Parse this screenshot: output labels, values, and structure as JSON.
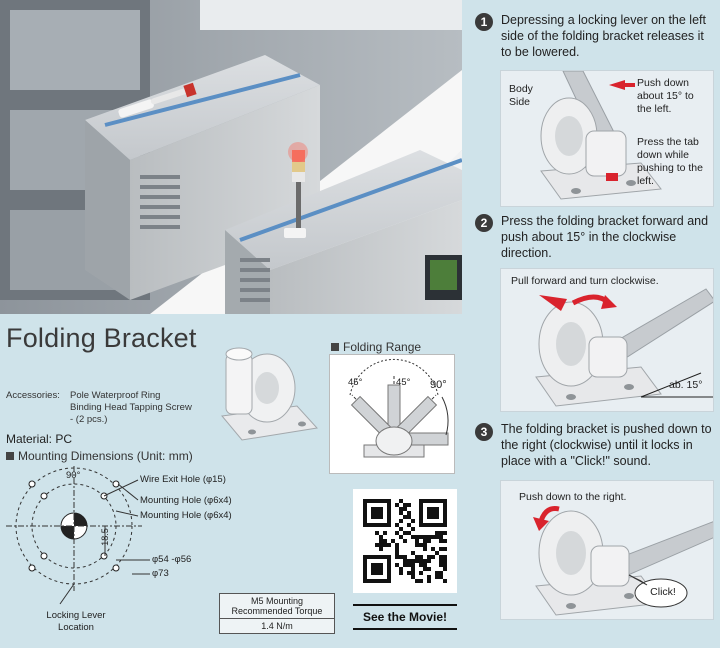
{
  "steps": [
    {
      "number": "1",
      "text": "Depressing a locking lever on the left side of the folding bracket releases it to be lowered.",
      "annotations": {
        "body_side": "Body Side",
        "push_down": "Push down about 15° to the left.",
        "press_tab": "Press the tab down while pushing to the left."
      }
    },
    {
      "number": "2",
      "text": "Press the folding bracket forward and push about 15° in the clockwise direction.",
      "annotations": {
        "pull_forward": "Pull forward and turn clockwise.",
        "angle": "ab. 15°"
      }
    },
    {
      "number": "3",
      "text": "The folding bracket is pushed down to the right (clockwise) until it locks in place with a \"Click!\" sound.",
      "annotations": {
        "push_right": "Push down to the right.",
        "click": "Click!"
      }
    }
  ],
  "product": {
    "title": "Folding Bracket",
    "accessories_label": "Accessories:",
    "accessories": [
      "Pole Waterproof Ring",
      "Binding Head Tapping Screw",
      "- (2 pcs.)"
    ],
    "material": "Material: PC",
    "mounting_dimensions_heading": "Mounting Dimensions (Unit: mm)",
    "folding_range_heading": "Folding Range"
  },
  "mounting_diagram": {
    "angle_top": "90°",
    "wire_exit": "Wire Exit Hole (φ15)",
    "mounting_hole_1": "Mounting Hole (φ6x4)",
    "mounting_hole_2": "Mounting Hole (φ6x4)",
    "dim_18_5": "18.5",
    "dim_54_56": "φ54 -φ56",
    "dim_73": "φ73",
    "locking_lever": "Locking Lever Location"
  },
  "folding_range": {
    "angle_left": "45°",
    "angle_mid": "45°",
    "angle_right": "90°"
  },
  "torque": {
    "header": "M5 Mounting Recommended Torque",
    "value": "1.4 N/m"
  },
  "movie": {
    "label": "See the Movie!"
  },
  "colors": {
    "background": "#cfe3ea",
    "step_badge": "#3a3a3a",
    "arrow_red": "#d9232d"
  }
}
